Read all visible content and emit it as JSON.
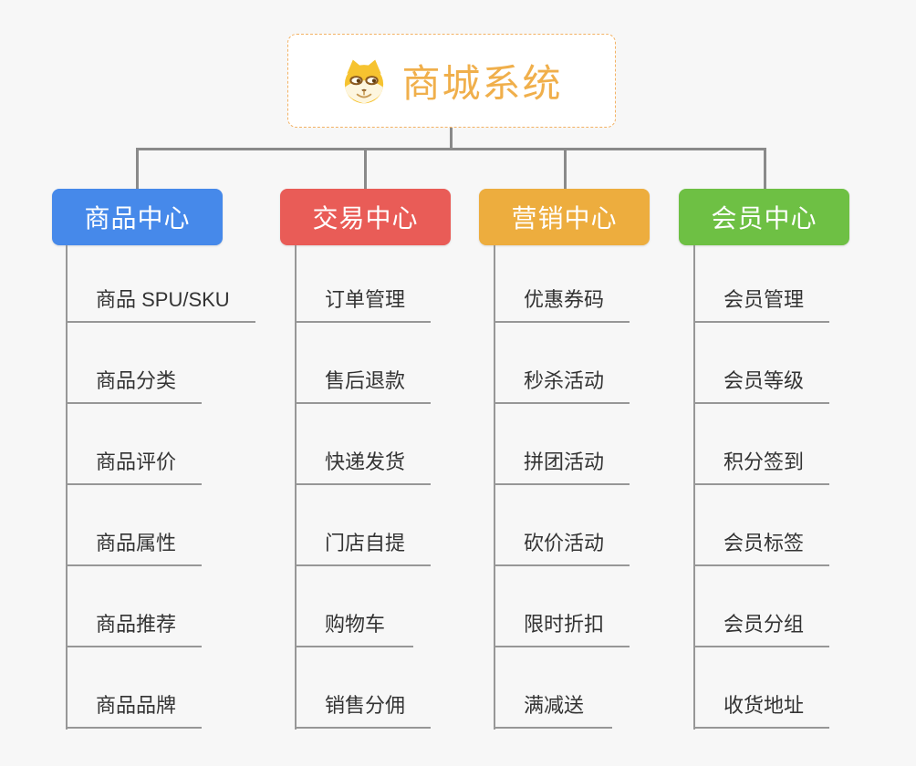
{
  "root": {
    "title": "商城系统",
    "icon": "shiba-dog-icon",
    "title_color": "#f0af4b",
    "border_color": "#f3b264"
  },
  "colors": {
    "background": "#f7f7f7",
    "connector_line": "#8a8a8a",
    "branch_line": "#979797",
    "leaf_text": "#333333"
  },
  "branches": [
    {
      "label": "商品中心",
      "color": "#4689ea",
      "children": [
        "商品 SPU/SKU",
        "商品分类",
        "商品评价",
        "商品属性",
        "商品推荐",
        "商品品牌"
      ]
    },
    {
      "label": "交易中心",
      "color": "#e95c57",
      "children": [
        "订单管理",
        "售后退款",
        "快递发货",
        "门店自提",
        "购物车",
        "销售分佣"
      ]
    },
    {
      "label": "营销中心",
      "color": "#edad3e",
      "children": [
        "优惠券码",
        "秒杀活动",
        "拼团活动",
        "砍价活动",
        "限时折扣",
        "满减送"
      ]
    },
    {
      "label": "会员中心",
      "color": "#6ec044",
      "children": [
        "会员管理",
        "会员等级",
        "积分签到",
        "会员标签",
        "会员分组",
        "收货地址"
      ]
    }
  ]
}
